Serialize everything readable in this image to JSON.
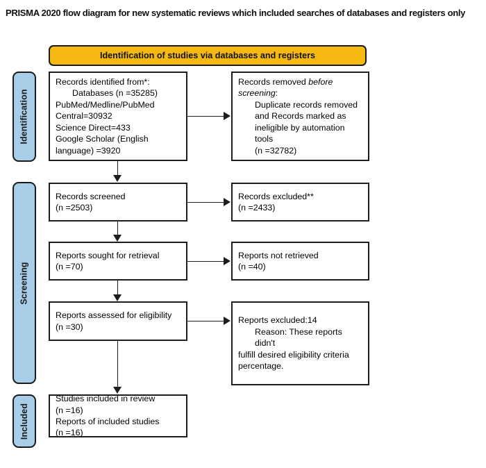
{
  "page": {
    "title": "PRISMA 2020 flow diagram for new systematic reviews which included searches of databases and registers only"
  },
  "banner": {
    "label": "Identification of studies via databases and registers",
    "color": "#f5b912"
  },
  "phases": {
    "color": "#a8cde8",
    "identification": "Identification",
    "screening": "Screening",
    "included": "Included"
  },
  "boxes": {
    "identified": {
      "l1": "Records identified from*:",
      "l2": "Databases (n =35285)",
      "l3": "PubMed/Medline/PubMed",
      "l4": "Central=30932",
      "l5": "Science Direct=433",
      "l6": "Google Scholar (English",
      "l7": "language) =3920"
    },
    "removed": {
      "l1_a": "Records removed ",
      "l1_b": "before",
      "l2_a": "screening",
      "l2_b": ":",
      "l3": "Duplicate records removed",
      "l4": "and Records marked as",
      "l5": "ineligible by automation tools",
      "l6": "(n =32782)"
    },
    "screened": {
      "l1": "Records screened",
      "l2": "(n =2503)"
    },
    "excluded_records": {
      "l1": "Records excluded**",
      "l2": "(n =2433)"
    },
    "sought": {
      "l1": "Reports sought for retrieval",
      "l2": "(n =70)"
    },
    "not_retrieved": {
      "l1": "Reports not retrieved",
      "l2": "(n =40)"
    },
    "assessed": {
      "l1": "Reports assessed for eligibility",
      "l2": "(n =30)"
    },
    "excluded_reports": {
      "l1": "Reports excluded:14",
      "l2": "Reason: These reports didn't",
      "l3": "fulfill desired eligibility criteria",
      "l4": "percentage."
    },
    "included": {
      "l1": "Studies included in review",
      "l2": "(n =16)",
      "l3": "Reports of included studies",
      "l4": "(n =16)"
    }
  }
}
